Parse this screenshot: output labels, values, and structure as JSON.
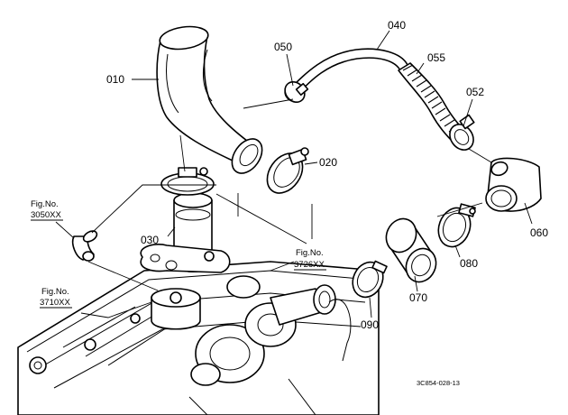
{
  "parts": [
    {
      "id": "p010",
      "label": "010"
    },
    {
      "id": "p020",
      "label": "020"
    },
    {
      "id": "p030",
      "label": "030"
    },
    {
      "id": "p040",
      "label": "040"
    },
    {
      "id": "p050",
      "label": "050"
    },
    {
      "id": "p052",
      "label": "052"
    },
    {
      "id": "p055",
      "label": "055"
    },
    {
      "id": "p060",
      "label": "060"
    },
    {
      "id": "p070",
      "label": "070"
    },
    {
      "id": "p080",
      "label": "080"
    },
    {
      "id": "p090",
      "label": "090"
    }
  ],
  "figure_refs": [
    {
      "id": "f3050",
      "title": "Fig.No.",
      "number": "3050XX"
    },
    {
      "id": "f3726",
      "title": "Fig.No.",
      "number": "3726XX"
    },
    {
      "id": "f3710",
      "title": "Fig.No.",
      "number": "3710XX"
    }
  ],
  "drawing_code": "3C854-028-13"
}
